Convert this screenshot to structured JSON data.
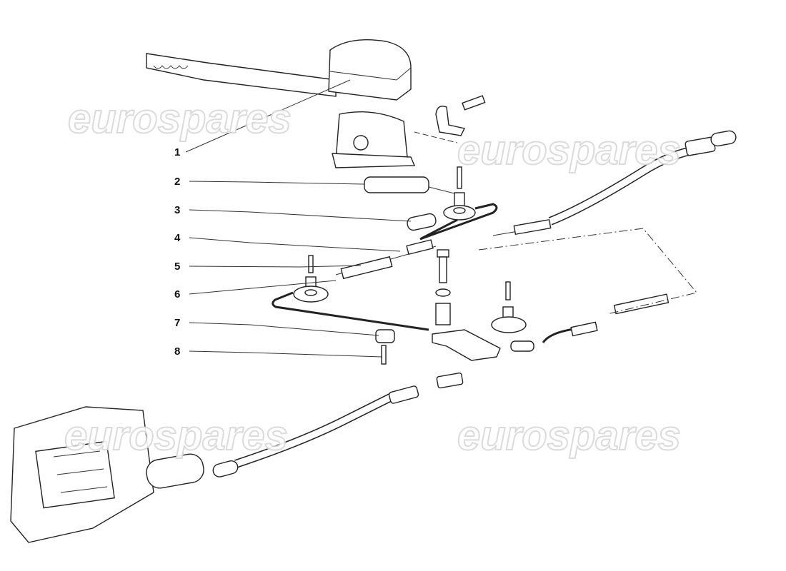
{
  "watermark": "eurospares",
  "callouts": [
    {
      "number": "1"
    },
    {
      "number": "2"
    },
    {
      "number": "3"
    },
    {
      "number": "4"
    },
    {
      "number": "5"
    },
    {
      "number": "6"
    },
    {
      "number": "7"
    },
    {
      "number": "8"
    }
  ]
}
